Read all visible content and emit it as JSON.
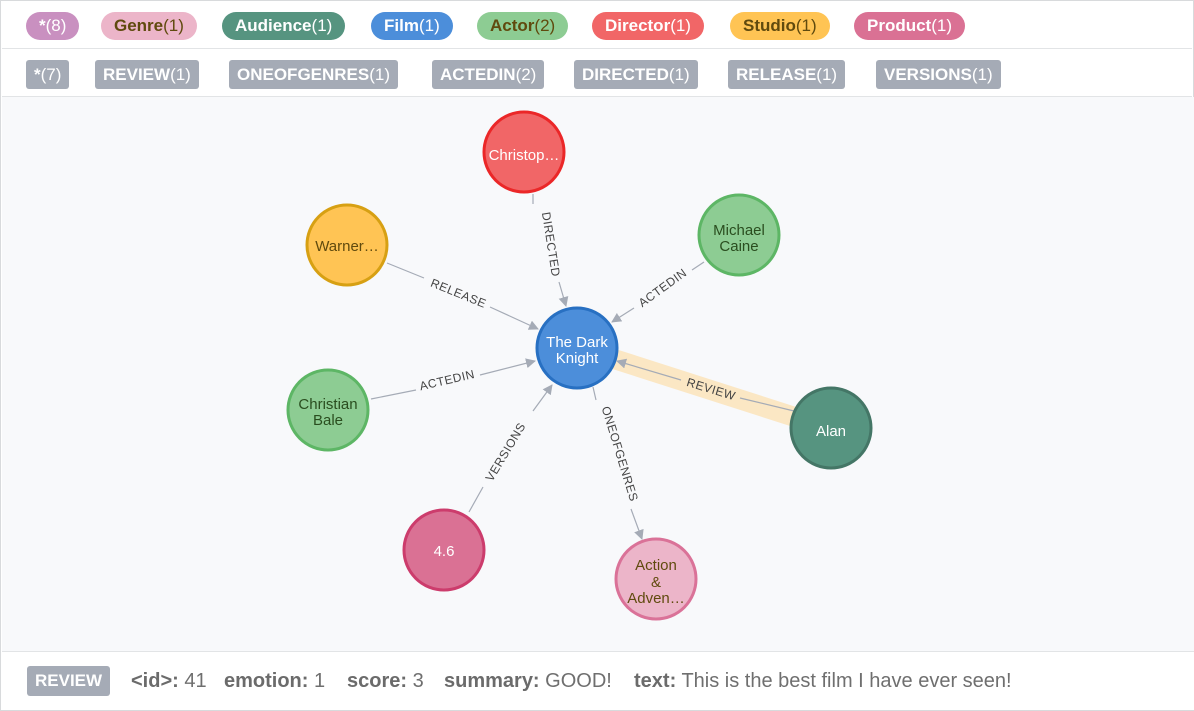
{
  "labels": [
    {
      "name": "*",
      "count": "(8)",
      "bg": "#c990c0",
      "fg": "#ffffff"
    },
    {
      "name": "Genre",
      "count": "(1)",
      "bg": "#ecb5c9",
      "fg": "#604a0e"
    },
    {
      "name": "Audience",
      "count": "(1)",
      "bg": "#4c8eda",
      "fg": "#ffffff",
      "alt_bg": "#57c7e3"
    },
    {
      "name": "Film",
      "count": "(1)",
      "bg": "#4c8eda",
      "fg": "#ffffff"
    },
    {
      "name": "Actor",
      "count": "(2)",
      "bg": "#8dcc93",
      "fg": "#604a0e"
    },
    {
      "name": "Director",
      "count": "(1)",
      "bg": "#f16667",
      "fg": "#ffffff"
    },
    {
      "name": "Studio",
      "count": "(1)",
      "bg": "#ffc454",
      "fg": "#604a0e"
    },
    {
      "name": "Product",
      "count": "(1)",
      "bg": "#da7194",
      "fg": "#ffffff"
    }
  ],
  "relationships": [
    {
      "name": "*",
      "count": "(7)"
    },
    {
      "name": "REVIEW",
      "count": "(1)"
    },
    {
      "name": "ONEOFGENRES",
      "count": "(1)"
    },
    {
      "name": "ACTEDIN",
      "count": "(2)"
    },
    {
      "name": "DIRECTED",
      "count": "(1)"
    },
    {
      "name": "RELEASE",
      "count": "(1)"
    },
    {
      "name": "VERSIONS",
      "count": "(1)"
    }
  ],
  "graph": {
    "nodes": {
      "film": {
        "lines": [
          "The Dark",
          "Knight"
        ],
        "fill": "#4c8eda",
        "stroke": "#2870c2",
        "text": "#ffffff"
      },
      "director": {
        "lines": [
          "Christop…"
        ],
        "fill": "#f16667",
        "stroke": "#eb2728",
        "text": "#ffffff"
      },
      "studio": {
        "lines": [
          "Warner…"
        ],
        "fill": "#ffc454",
        "stroke": "#d7a013",
        "text": "#604a0e"
      },
      "actor1": {
        "lines": [
          "Michael",
          "Caine"
        ],
        "fill": "#8dcc93",
        "stroke": "#5db665",
        "text": "#2a4d1f"
      },
      "actor2": {
        "lines": [
          "Christian",
          "Bale"
        ],
        "fill": "#8dcc93",
        "stroke": "#5db665",
        "text": "#2a4d1f"
      },
      "audience": {
        "lines": [
          "Alan"
        ],
        "fill": "#569480",
        "stroke": "#447666",
        "text": "#ffffff"
      },
      "product": {
        "lines": [
          "4.6"
        ],
        "fill": "#da7194",
        "stroke": "#cc3c6c",
        "text": "#ffffff"
      },
      "genre": {
        "lines": [
          "Action",
          "&",
          "Adven…"
        ],
        "fill": "#ecb5c9",
        "stroke": "#da7298",
        "text": "#604a0e"
      }
    },
    "edges": {
      "directed": "DIRECTED",
      "release": "RELEASE",
      "actedin1": "ACTEDIN",
      "actedin2": "ACTEDIN",
      "review": "REVIEW",
      "versions": "VERSIONS",
      "oneofgenres": "ONEOFGENRES"
    },
    "edge_color": "#a5abb6",
    "highlight_color": "#fbe7c4"
  },
  "footer": {
    "type": "REVIEW",
    "id_key": "<id>:",
    "id_val": "41",
    "emotion_key": "emotion:",
    "emotion_val": "1",
    "score_key": "score:",
    "score_val": "3",
    "summary_key": "summary:",
    "summary_val": "GOOD!",
    "text_key": "text:",
    "text_val": "This is the best film I have ever seen!"
  }
}
